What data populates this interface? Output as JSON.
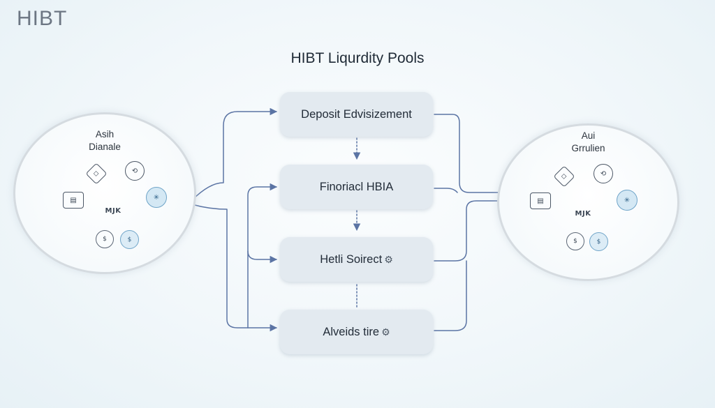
{
  "brand": "HIBT",
  "title": "HIBT Liqurdity Pools",
  "left_pool": {
    "label_line1": "Asih",
    "label_line2": "Dianale",
    "icons": [
      {
        "name": "diamond-token-icon",
        "text": "◇"
      },
      {
        "name": "coin-swap-icon",
        "text": "⟲"
      },
      {
        "name": "wallet-icon",
        "text": "▤"
      },
      {
        "name": "blue-token-icon",
        "text": "✳"
      },
      {
        "name": "token-badge-icon",
        "text": "MJK"
      },
      {
        "name": "coin-icon",
        "text": "$"
      },
      {
        "name": "blue-coin-icon",
        "text": "$"
      }
    ]
  },
  "right_pool": {
    "label_line1": "Aui",
    "label_line2": "Grrulien",
    "icons": [
      {
        "name": "diamond-token-icon",
        "text": "◇"
      },
      {
        "name": "coin-swap-icon",
        "text": "⟲"
      },
      {
        "name": "wallet-icon",
        "text": "▤"
      },
      {
        "name": "blue-token-icon",
        "text": "✳"
      },
      {
        "name": "token-badge-icon",
        "text": "MJK"
      },
      {
        "name": "coin-icon",
        "text": "$"
      },
      {
        "name": "blue-coin-icon",
        "text": "$"
      }
    ]
  },
  "steps": [
    {
      "label": "Deposit Edvisizement",
      "glyph": ""
    },
    {
      "label": "Finoriacl HBIA",
      "glyph": ""
    },
    {
      "label": "Hetli Soirect",
      "glyph": "⚙"
    },
    {
      "label": "Alveids tire",
      "glyph": "⚙"
    }
  ],
  "colors": {
    "connector": "#5b74a4",
    "step_fill": "#e3eaf0",
    "pool_border": "#d5dbe0"
  }
}
